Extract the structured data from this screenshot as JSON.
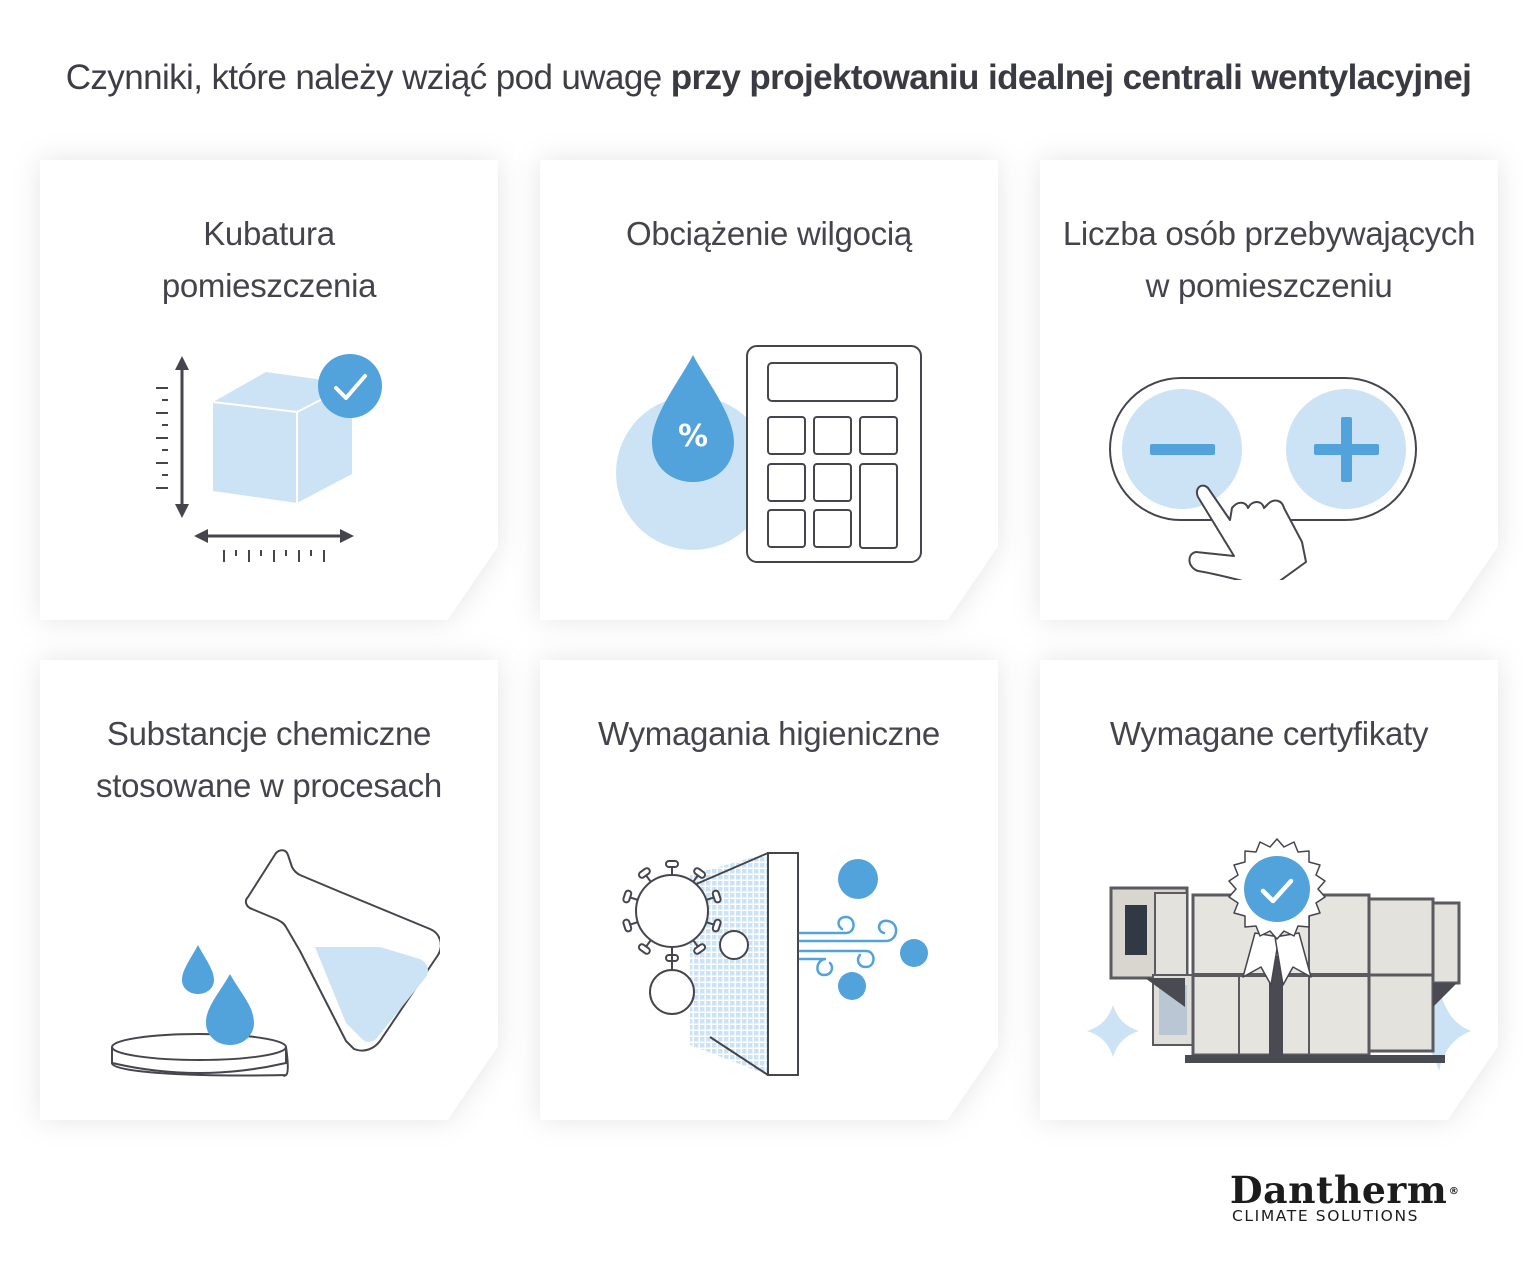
{
  "header": {
    "title_regular": "Czynniki, które należy wziąć pod uwagę ",
    "title_bold": "przy projektowaniu idealnej centrali wentylacyjnej"
  },
  "cards": [
    {
      "title_lines": [
        "Kubatura",
        "pomieszczenia"
      ],
      "icon": "cube-dimensions-check-icon"
    },
    {
      "title_lines": [
        "Obciążenie wilgocią"
      ],
      "icon": "humidity-calculator-icon",
      "badge": "%"
    },
    {
      "title_lines": [
        "Liczba osób przebywających",
        "w pomieszczeniu"
      ],
      "icon": "plus-minus-counter-icon"
    },
    {
      "title_lines": [
        "Substancje chemiczne",
        "stosowane w procesach"
      ],
      "icon": "chemical-flask-icon"
    },
    {
      "title_lines": [
        "Wymagania higieniczne"
      ],
      "icon": "virus-filter-icon"
    },
    {
      "title_lines": [
        "Wymagane certyfikaty"
      ],
      "icon": "certified-ahu-unit-icon"
    }
  ],
  "brand": {
    "name": "Dantherm",
    "registered": "®",
    "tagline": "CLIMATE SOLUTIONS"
  },
  "colors": {
    "accent_blue": "#52a2dc",
    "light_blue": "#cbe3f5",
    "outline": "#45454d",
    "text": "#3d3d45"
  }
}
